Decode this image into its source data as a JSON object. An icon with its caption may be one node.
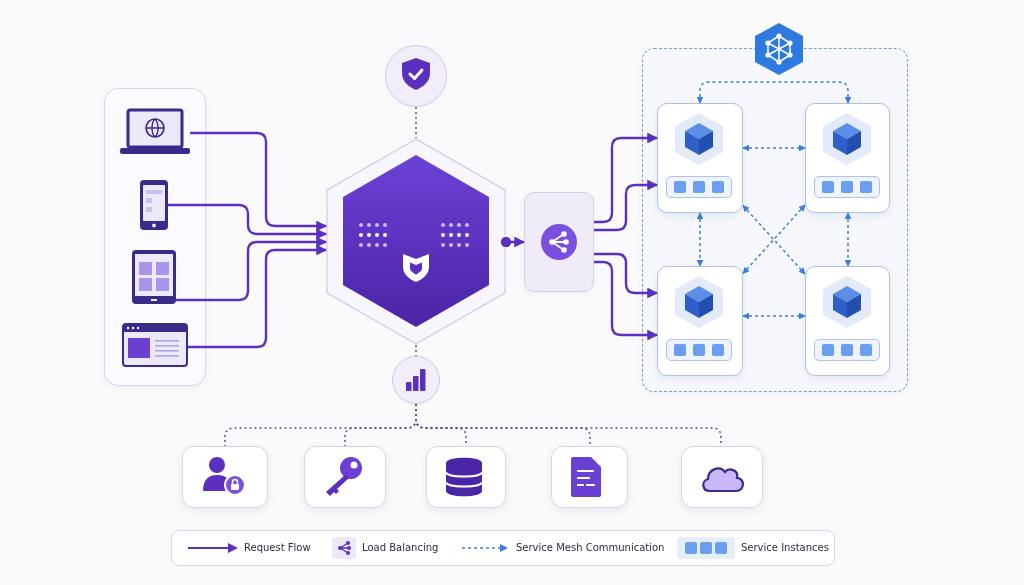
{
  "diagram": {
    "nodes": [
      {
        "text": [],
        "shape": "box"
      },
      {
        "text": [],
        "shape": "laptop",
        "in": 0
      },
      {
        "text": [],
        "shape": "phone",
        "in": 0
      },
      {
        "text": [],
        "shape": "tablet",
        "in": 0
      },
      {
        "text": [],
        "shape": "browser",
        "in": 0
      },
      {
        "text": [],
        "shape": "circle"
      },
      {
        "text": [],
        "shape": "hexagon"
      },
      {
        "text": [],
        "shape": "circle"
      },
      {
        "text": [],
        "shape": "box"
      },
      {
        "text": [],
        "shape": "box"
      },
      {
        "text": [],
        "shape": "box",
        "in": 9
      },
      {
        "text": [],
        "shape": "box",
        "in": 9
      },
      {
        "text": [],
        "shape": "box",
        "in": 9
      },
      {
        "text": [],
        "shape": "box",
        "in": 9
      },
      {
        "text": [],
        "shape": "box"
      },
      {
        "text": [],
        "shape": "box"
      },
      {
        "text": [],
        "shape": "box"
      },
      {
        "text": [],
        "shape": "box"
      },
      {
        "text": [],
        "shape": "box"
      }
    ],
    "edges": [
      {
        "from": 1,
        "to": 6,
        "arrow": "to"
      },
      {
        "from": 2,
        "to": 6,
        "arrow": "to"
      },
      {
        "from": 3,
        "to": 6,
        "arrow": "to"
      },
      {
        "from": 4,
        "to": 6,
        "arrow": "to"
      },
      {
        "from": 5,
        "to": 6,
        "arrow": "none",
        "style": "dashed"
      },
      {
        "from": 6,
        "to": 7,
        "arrow": "none",
        "style": "dashed"
      },
      {
        "from": 6,
        "to": 8,
        "arrow": "to"
      },
      {
        "from": 8,
        "to": 10,
        "arrow": "to"
      },
      {
        "from": 8,
        "to": 10,
        "arrow": "to"
      },
      {
        "from": 8,
        "to": 12,
        "arrow": "to"
      },
      {
        "from": 8,
        "to": 12,
        "arrow": "to"
      },
      {
        "from": 10,
        "to": 11,
        "arrow": "both",
        "style": "dashed",
        "color": "#3b7dd8"
      },
      {
        "from": 10,
        "to": 11,
        "arrow": "both",
        "style": "dashed",
        "color": "#3b7dd8"
      },
      {
        "from": 10,
        "to": 12,
        "arrow": "both",
        "style": "dashed",
        "color": "#3b7dd8"
      },
      {
        "from": 11,
        "to": 13,
        "arrow": "both",
        "style": "dashed",
        "color": "#3b7dd8"
      },
      {
        "from": 12,
        "to": 13,
        "arrow": "both",
        "style": "dashed",
        "color": "#3b7dd8"
      },
      {
        "from": 10,
        "to": 13,
        "arrow": "both",
        "style": "dashed",
        "color": "#3b7dd8"
      },
      {
        "from": 11,
        "to": 12,
        "arrow": "both",
        "style": "dashed",
        "color": "#3b7dd8"
      },
      {
        "from": 7,
        "to": 14,
        "arrow": "none",
        "style": "dashed"
      },
      {
        "from": 7,
        "to": 15,
        "arrow": "none",
        "style": "dashed"
      },
      {
        "from": 7,
        "to": 16,
        "arrow": "none",
        "style": "dashed"
      },
      {
        "from": 7,
        "to": 17,
        "arrow": "none",
        "style": "dashed"
      },
      {
        "from": 7,
        "to": 18,
        "arrow": "none",
        "style": "dashed"
      }
    ],
    "legend": [
      {
        "text": "Request Flow"
      },
      {
        "text": "Load Balancing"
      },
      {
        "text": "Service Mesh Communication"
      },
      {
        "text": "Service Instances"
      }
    ]
  }
}
